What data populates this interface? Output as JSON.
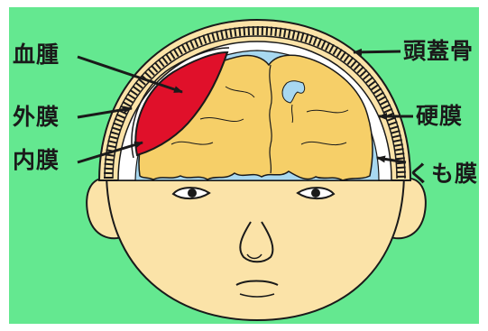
{
  "labels": {
    "hematoma": "血腫",
    "outer_membrane": "外膜",
    "inner_membrane": "内膜",
    "skull": "頭蓋骨",
    "dura": "硬膜",
    "arachnoid": "くも膜"
  },
  "colors": {
    "background": "#64e890",
    "skin": "#fbe3a8",
    "brain": "#f6cf68",
    "hematoma": "#e0102a",
    "csf": "#a8d8f0",
    "outline": "#1a1a1a"
  }
}
